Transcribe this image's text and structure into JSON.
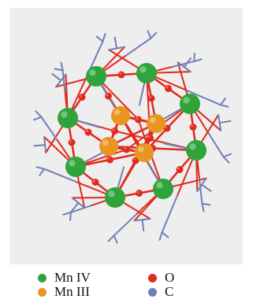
{
  "colors": {
    "mn_iv": "#2fa43a",
    "mn_iii": "#e8961f",
    "oxygen": "#e02a1c",
    "carbon": "#6f7fb6",
    "background": "#eeeeee"
  },
  "legend": {
    "mn_iv": "Mn IV",
    "mn_iii": "Mn III",
    "o": "O",
    "c": "C"
  }
}
